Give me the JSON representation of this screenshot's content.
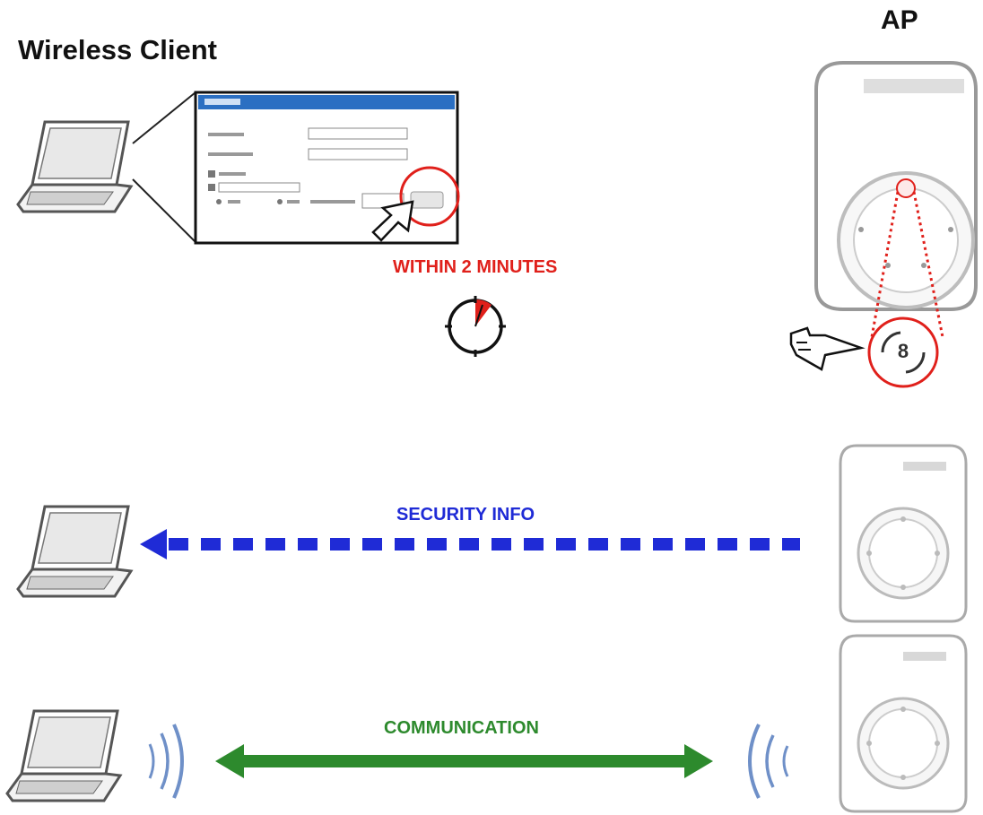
{
  "labels": {
    "client": "Wireless Client",
    "ap": "AP",
    "within": "WITHIN 2 MINUTES",
    "security": "SECURITY INFO",
    "communication": "COMMUNICATION"
  },
  "colors": {
    "red": "#e0201b",
    "blue": "#1f2bd6",
    "green": "#2d8a2d"
  },
  "icons": [
    "laptop-icon",
    "access-point-icon",
    "clock-icon",
    "pointer-hand-icon",
    "wifi-waves-icon",
    "wps-button-icon"
  ]
}
